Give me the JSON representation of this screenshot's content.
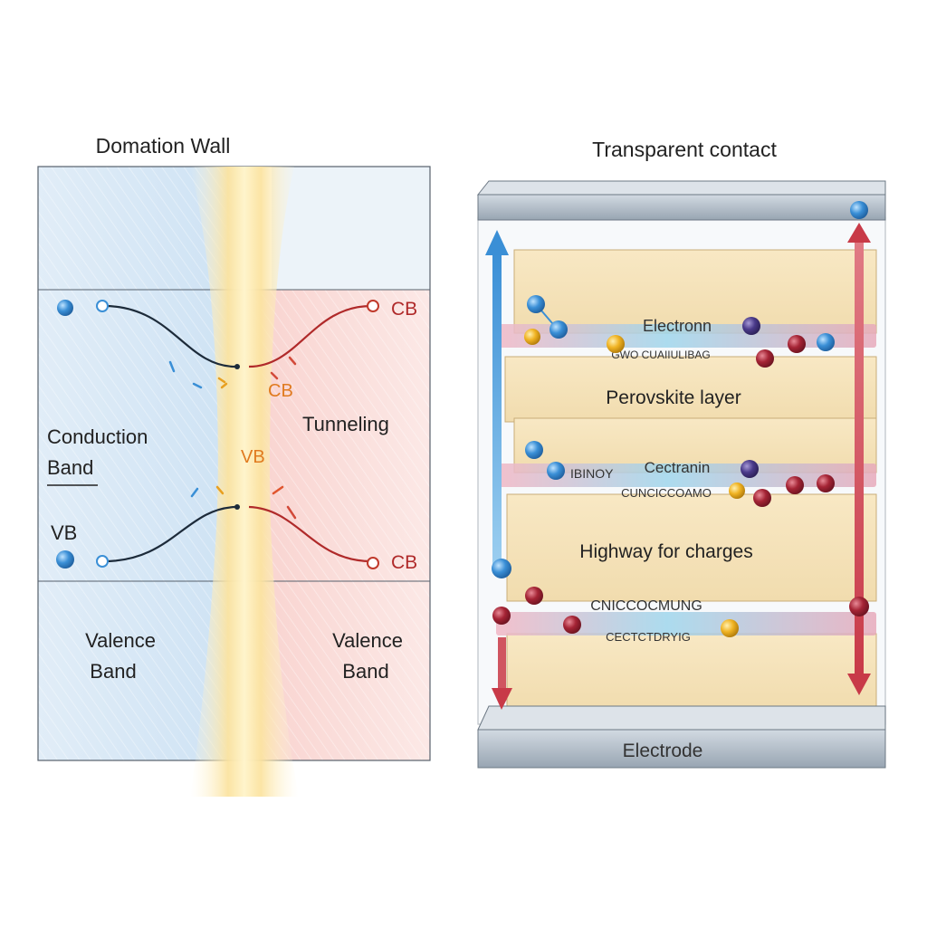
{
  "left_panel": {
    "title": "Domation Wall",
    "left_labels": {
      "conduction_line1": "Conduction",
      "conduction_line2": "Band",
      "vb": "VB",
      "valence_line1": "Valence",
      "valence_line2": "Band"
    },
    "right_labels": {
      "cb_top": "CB",
      "tunneling": "Tunneling",
      "cb_bottom": "CB",
      "valence_line1": "Valence",
      "valence_line2": "Band"
    },
    "wall_labels": {
      "cb": "CB",
      "vb": "VB"
    }
  },
  "right_panel": {
    "title": "Transparent contact",
    "layers": {
      "perovskite": "Perovskite layer",
      "highway": "Highway for charges",
      "electrode": "Electrode"
    },
    "garbled_labels": {
      "band1_top": "Electronn",
      "band1_bottom": "GWO CUAIIULIBAG",
      "band2_top_left": "IBINOY",
      "band2_top_right": "Cectranin",
      "band2_bottom": "CUNCICCOAMO",
      "band3_top": "CNICCOCMUNG",
      "band3_bottom": "CECTCTDRYIG"
    }
  },
  "colors": {
    "electron_blue": "#3a8fd6",
    "hole_red": "#b0283a",
    "gold": "#f0b323",
    "purple": "#4a3a8a",
    "blue_region": "#cfe3f4",
    "red_region": "#f7d5d2",
    "wall_glow": "#fbe7a8",
    "layer_tan": "#f6e4bd",
    "frame_gray": "#8f9aa6"
  }
}
